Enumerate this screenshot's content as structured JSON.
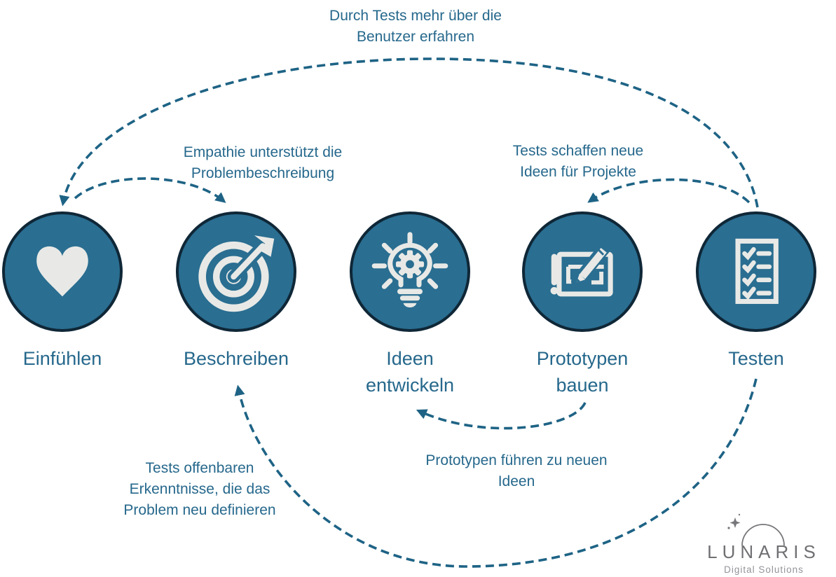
{
  "colors": {
    "circle_fill": "#2A6E91",
    "circle_border": "#0F2737",
    "icon": "#E8E9E6",
    "text": "#26688C",
    "arrow": "#1E6385",
    "logo_gray": "#707074",
    "logo_light": "#93939A"
  },
  "stages": [
    {
      "label": "Einfühlen",
      "icon": "heart-icon"
    },
    {
      "label": "Beschreiben",
      "icon": "target-icon"
    },
    {
      "label": "Ideen\nentwickeln",
      "icon": "lightbulb-gear-icon"
    },
    {
      "label": "Prototypen\nbauen",
      "icon": "blueprint-pencil-icon"
    },
    {
      "label": "Testen",
      "icon": "checklist-icon"
    }
  ],
  "annotations": {
    "top": "Durch Tests mehr über die\nBenutzer erfahren",
    "empathy": "Empathie unterstützt die\nProblembeschreibung",
    "tests_new_ideas": "Tests schaffen neue\nIdeen für Projekte",
    "prototypes_ideas": "Prototypen führen zu neuen\nIdeen",
    "tests_redefine": "Tests offenbaren\nErkenntnisse, die das\nProblem neu definieren"
  },
  "logo": {
    "name": "LUNARIS",
    "tagline": "Digital Solutions"
  }
}
